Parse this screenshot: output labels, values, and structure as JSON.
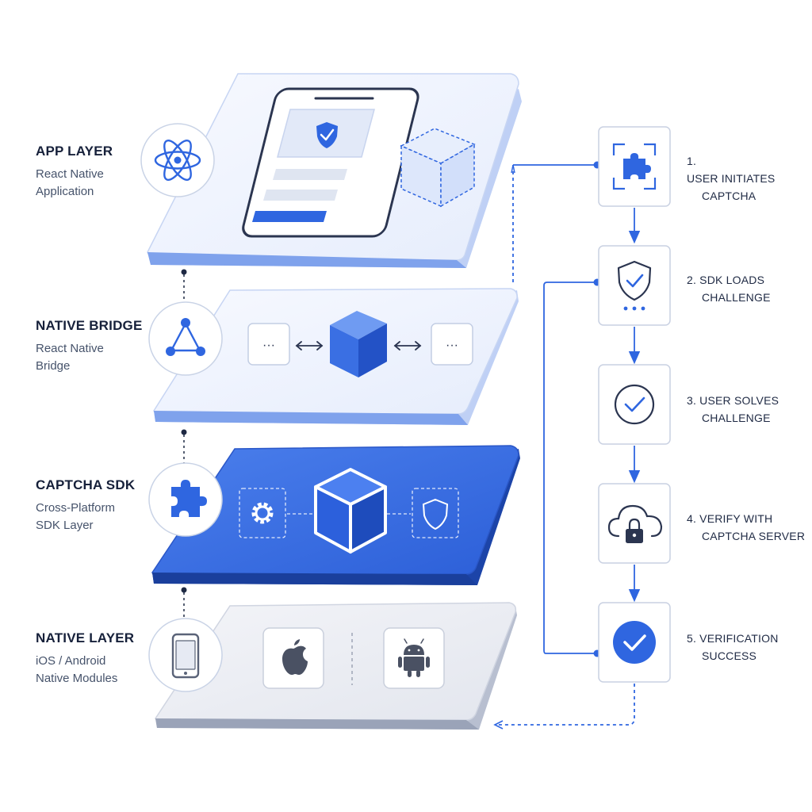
{
  "layers": [
    {
      "title": "APP LAYER",
      "subtitle_line1": "React Native",
      "subtitle_line2": "Application",
      "icon": "react-atom-icon"
    },
    {
      "title": "NATIVE BRIDGE",
      "subtitle_line1": "React Native",
      "subtitle_line2": "Bridge",
      "icon": "triangle-network-icon"
    },
    {
      "title": "CAPTCHA SDK",
      "subtitle_line1": "Cross-Platform",
      "subtitle_line2": "SDK Layer",
      "icon": "puzzle-icon"
    },
    {
      "title": "NATIVE LAYER",
      "subtitle_line1": "iOS / Android",
      "subtitle_line2": "Native Modules",
      "icon": "smartphone-icon"
    }
  ],
  "steps": [
    {
      "number": "1.",
      "line1": "USER INITIATES",
      "line2": "CAPTCHA",
      "icon": "puzzle-scan-icon"
    },
    {
      "number": "2.",
      "line1": "SDK LOADS",
      "line2": "CHALLENGE",
      "icon": "shield-check-icon"
    },
    {
      "number": "3.",
      "line1": "USER SOLVES",
      "line2": "CHALLENGE",
      "icon": "circle-check-icon"
    },
    {
      "number": "4.",
      "line1": "VERIFY WITH",
      "line2": "CAPTCHA SERVER",
      "icon": "cloud-lock-icon"
    },
    {
      "number": "5.",
      "line1": "VERIFICATION",
      "line2": "SUCCESS",
      "icon": "filled-check-icon"
    }
  ],
  "bridge_dots": "···",
  "colors": {
    "accent": "#2f66e0",
    "accent_dark": "#1d4fc4",
    "platform_light": "#edf2fd",
    "platform_edge": "#b9cdf4",
    "sdk_platform": "#3a6fe3",
    "native_platform": "#ebedf3",
    "native_edge": "#a9b0c2",
    "text": "#16203a"
  }
}
